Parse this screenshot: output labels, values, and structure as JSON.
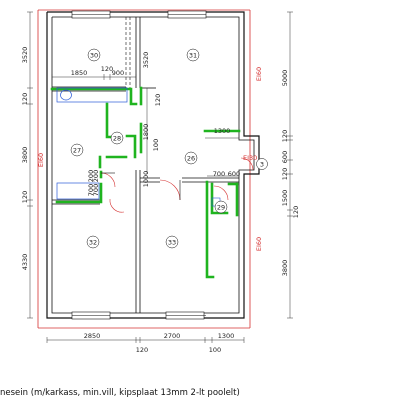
{
  "colors": {
    "wall": "#111111",
    "new_wall": "#1fb41f",
    "fire_line": "#d43030",
    "window": "#2a5bd7",
    "dim": "#333333"
  },
  "rooms": {
    "r30": "30",
    "r31": "31",
    "r27": "27",
    "r28": "28",
    "r26": "26",
    "r29": "29",
    "r32": "32",
    "r33": "33",
    "r3": "3"
  },
  "dims": {
    "top_3520": "3520",
    "top_1850": "1850",
    "top_120": "120",
    "top_900": "900",
    "mid_3520": "3520",
    "left_120a": "120",
    "left_3800": "3800",
    "left_120b": "120",
    "left_4330": "4330",
    "mid_120": "120",
    "mid_1800": "1800",
    "mid_100a": "100",
    "mid_1000": "1000",
    "hall_200": "200",
    "hall_700a": "700",
    "hall_200b": "200",
    "hall_700b": "700",
    "right_1300": "1300",
    "right_700": "700",
    "right_600": "600",
    "right_5000": "5000",
    "right_120a": "120",
    "right_600b": "600",
    "right_120b": "120",
    "right_1500": "1500",
    "right_120c": "120",
    "right_3800": "3800",
    "bot_2850": "2850",
    "bot_120": "120",
    "bot_2700": "2700",
    "bot_100": "100",
    "bot_1300": "1300"
  },
  "fire": {
    "ei60_right": "EI60",
    "ei60_left": "EI60",
    "ei60_bottom": "EI60",
    "ei30": "EI30"
  },
  "caption": "nesein (m/karkass, min.vill, kipsplaat 13mm 2-lt poolelt)"
}
